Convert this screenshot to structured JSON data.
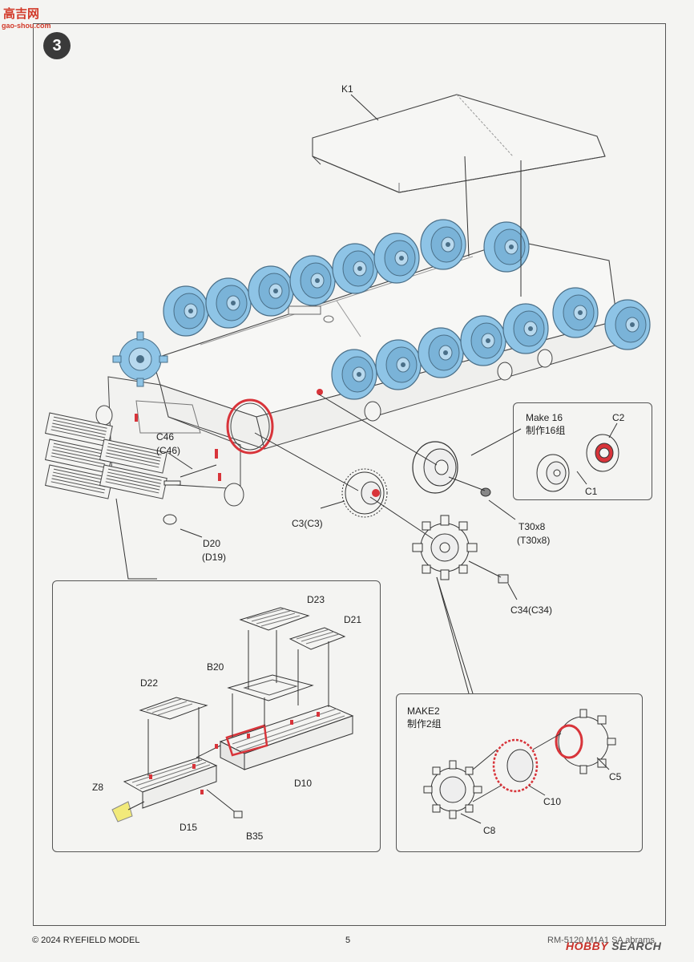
{
  "watermark": {
    "top_text": "高吉网",
    "top_sub": "gao-shou.com"
  },
  "step": {
    "number": "3"
  },
  "parts": {
    "k1": "K1",
    "c46": "C46",
    "c46_alt": "(C46)",
    "d20": "D20",
    "d20_alt": "(D19)",
    "c3": "C3(C3)",
    "t30": "T30x8",
    "t30_alt": "(T30x8)",
    "c34": "C34(C34)",
    "make16": "Make 16",
    "make16_cn": "制作16组",
    "c2": "C2",
    "c1": "C1",
    "d23": "D23",
    "d21": "D21",
    "b20": "B20",
    "d22": "D22",
    "d10": "D10",
    "z8": "Z8",
    "d15": "D15",
    "b35": "B35",
    "make2": "MAKE2",
    "make2_cn": "制作2组",
    "c5": "C5",
    "c10": "C10",
    "c8": "C8"
  },
  "footer": {
    "copyright": "© 2024 RYEFIELD MODEL",
    "page": "5",
    "product": "RM-5120 M1A1 SA abrams",
    "watermark_hobby": "HOBBY",
    "watermark_search": "SEARCH"
  },
  "colors": {
    "wheel_blue": "#8ec4e6",
    "highlight_red": "#d8343a",
    "line": "#444444",
    "badge": "#3a3a3a",
    "decal_yellow": "#f2ea7a"
  }
}
